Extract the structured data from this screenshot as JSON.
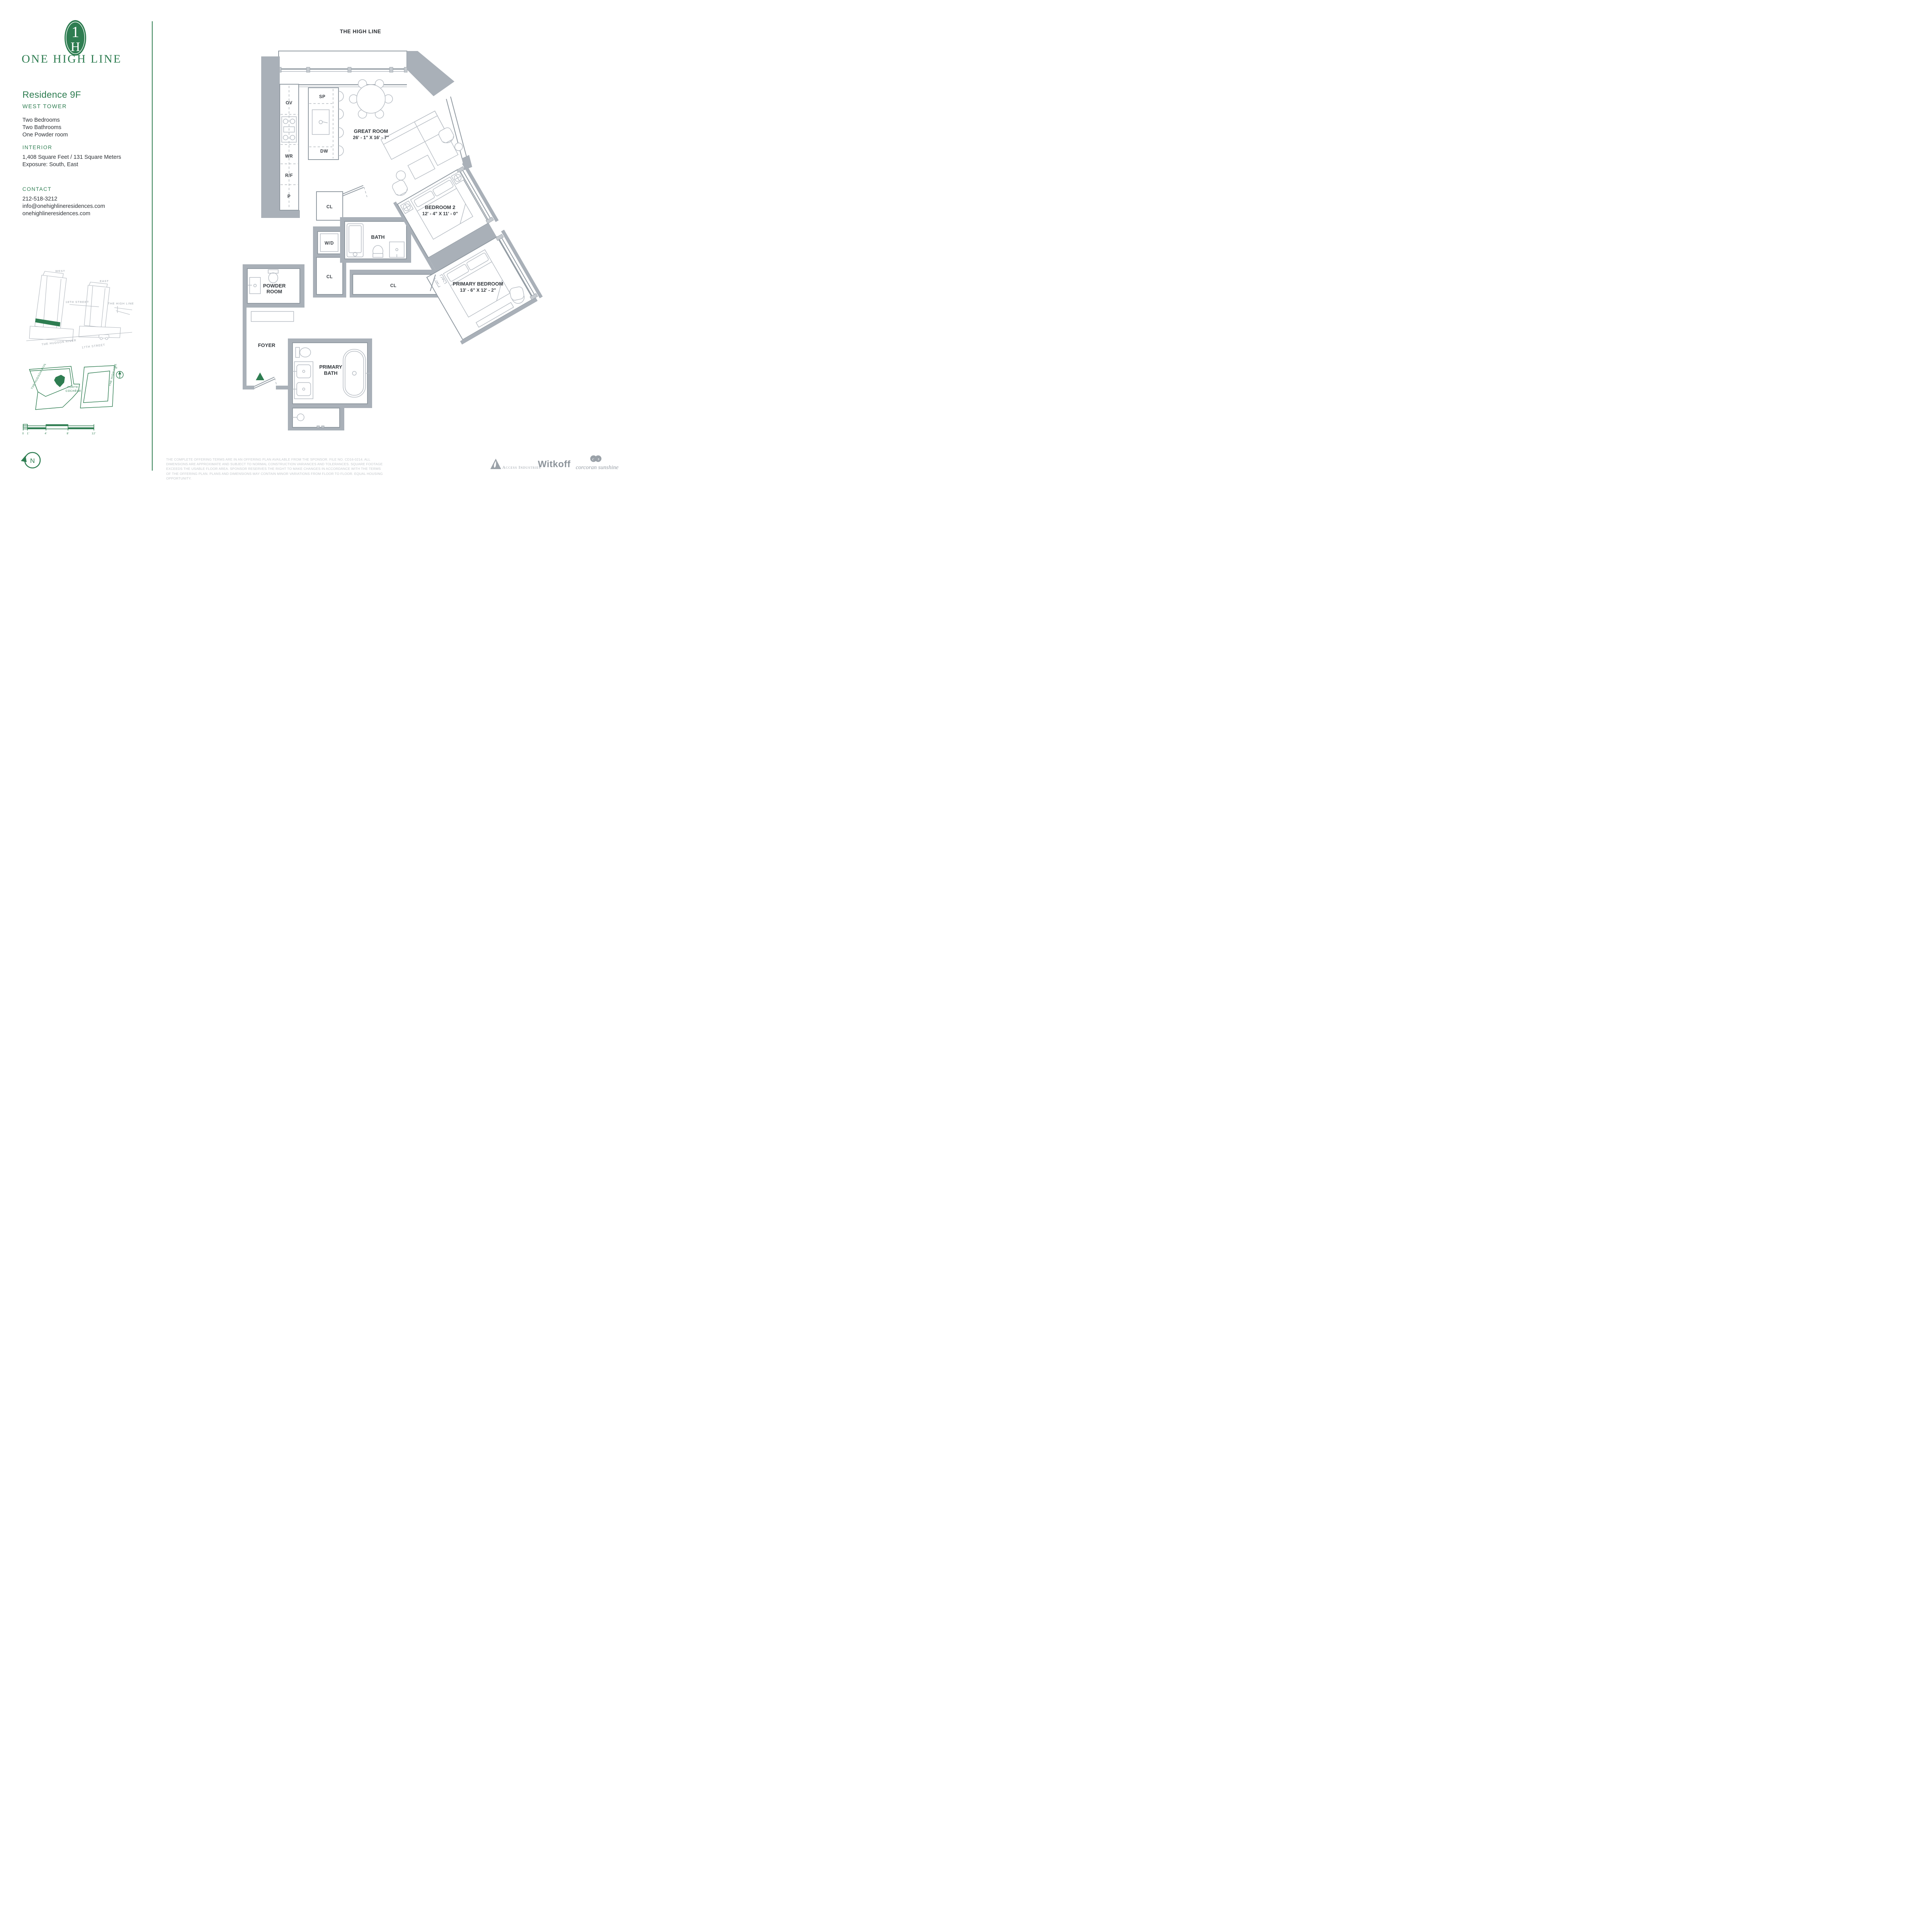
{
  "brand": {
    "name": "ONE HIGH LINE",
    "monogram_1": "1",
    "monogram_h": "H",
    "green": "#2E7D51"
  },
  "sidebar": {
    "residence_title": "Residence 9F",
    "tower": "WEST TOWER",
    "features": [
      "Two Bedrooms",
      "Two Bathrooms",
      "One Powder room"
    ],
    "interior_heading": "INTERIOR",
    "interior_lines": [
      "1,408 Square Feet / 131 Square Meters",
      "Exposure: South, East"
    ],
    "contact_heading": "CONTACT",
    "contact_lines": [
      "212-518-3212",
      "info@onehighlineresidences.com",
      "onehighlineresidences.com"
    ]
  },
  "building_diagram": {
    "west": "WEST",
    "east": "EAST",
    "street18": "18TH STREET",
    "high_line": "THE HIGH LINE",
    "hudson": "THE HUDSON RIVER",
    "street17": "17TH STREET"
  },
  "site_diagram": {
    "hudson": "THE HUDSON RIVER",
    "porte1": "PORTE-",
    "porte2": "COCHÈRE",
    "high_line": "THE HIGH LINE",
    "north": "N"
  },
  "scale_bar": {
    "ticks": [
      "0",
      "1'",
      "4'",
      "8'",
      "12'"
    ]
  },
  "compass": {
    "north": "N"
  },
  "plan": {
    "area_label": "THE HIGH LINE",
    "rooms": {
      "great_room_name": "GREAT ROOM",
      "great_room_dims": "26' - 1\" X 16' - 7\"",
      "bedroom2_name": "BEDROOM 2",
      "bedroom2_dims": "12' - 4\" X 11' - 0\"",
      "primary_bedroom_name": "PRIMARY BEDROOM",
      "primary_bedroom_dims": "13' - 6\" X 12' - 2\"",
      "primary_bath_1": "PRIMARY",
      "primary_bath_2": "BATH",
      "powder_1": "POWDER",
      "powder_2": "ROOM",
      "foyer": "FOYER",
      "bath": "BATH"
    },
    "fixtures": {
      "oven": "OV",
      "wine": "WR",
      "fridge": "R/F",
      "pantry": "P",
      "speed_oven": "SP",
      "dishwasher": "DW",
      "washer_dryer": "W/D",
      "closet": "CL"
    }
  },
  "footer": {
    "disclaimer": "THE COMPLETE OFFERING TERMS ARE IN AN OFFERING PLAN AVAILABLE FROM THE SPONSOR. FILE NO. CD16-0214. ALL DIMENSIONS ARE APPROXIMATE AND SUBJECT TO NORMAL CONSTRUCTION VARIANCES AND TOLERANCES. SQUARE FOOTAGE EXCEEDS THE USABLE FLOOR AREA. SPONSOR RESERVES THE RIGHT TO MAKE CHANGES IN ACCORDANCE WITH THE TERMS OF THE OFFERING PLAN. PLANS AND DIMENSIONS MAY CONTAIN MINOR VARIATIONS FROM FLOOR TO FLOOR. EQUAL HOUSING OPPORTUNITY.",
    "access": "Access Industries",
    "witkoff": "Witkoff",
    "corcoran": "corcoran sunshine",
    "corcoran_c": "c",
    "corcoran_s": "s"
  }
}
